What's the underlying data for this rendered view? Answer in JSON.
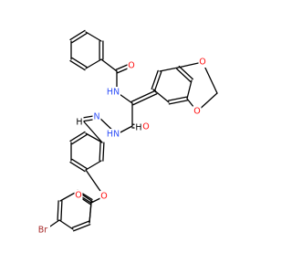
{
  "atom_colors": {
    "O": "#ff0d0d",
    "N": "#3050f8",
    "Br": "#a62929",
    "H": "#000000"
  },
  "atoms": [
    {
      "id": "O1",
      "element": "O",
      "label": "O"
    },
    {
      "id": "NH1",
      "element": "N",
      "label": "HN"
    },
    {
      "id": "O2",
      "element": "O",
      "label": "O"
    },
    {
      "id": "O3",
      "element": "O",
      "label": "O"
    },
    {
      "id": "NH2",
      "element": "N",
      "label": "HN"
    },
    {
      "id": "O4",
      "element": "O",
      "label": "O"
    },
    {
      "id": "N1",
      "element": "N",
      "label": "N"
    },
    {
      "id": "O5",
      "element": "O",
      "label": "O"
    },
    {
      "id": "O6",
      "element": "O",
      "label": "O"
    },
    {
      "id": "Br1",
      "element": "Br",
      "label": "Br"
    },
    {
      "id": "H1",
      "element": "H",
      "label": "H"
    },
    {
      "id": "H2",
      "element": "H",
      "label": "H"
    }
  ]
}
